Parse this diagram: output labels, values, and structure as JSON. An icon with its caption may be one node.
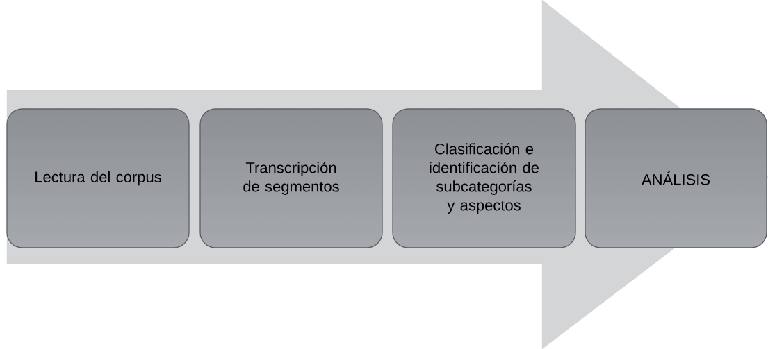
{
  "diagram": {
    "nodes": [
      {
        "text": [
          "Lectura del corpus"
        ]
      },
      {
        "text": [
          "Transcripción de segmentos"
        ]
      },
      {
        "text": [
          "Clasificación e identificación de subcategorías y aspectos"
        ]
      },
      {
        "text": [
          "ANÁLISIS"
        ]
      }
    ],
    "edges": [
      {
        "from": 0,
        "to": 3,
        "arrow": "to"
      }
    ]
  }
}
